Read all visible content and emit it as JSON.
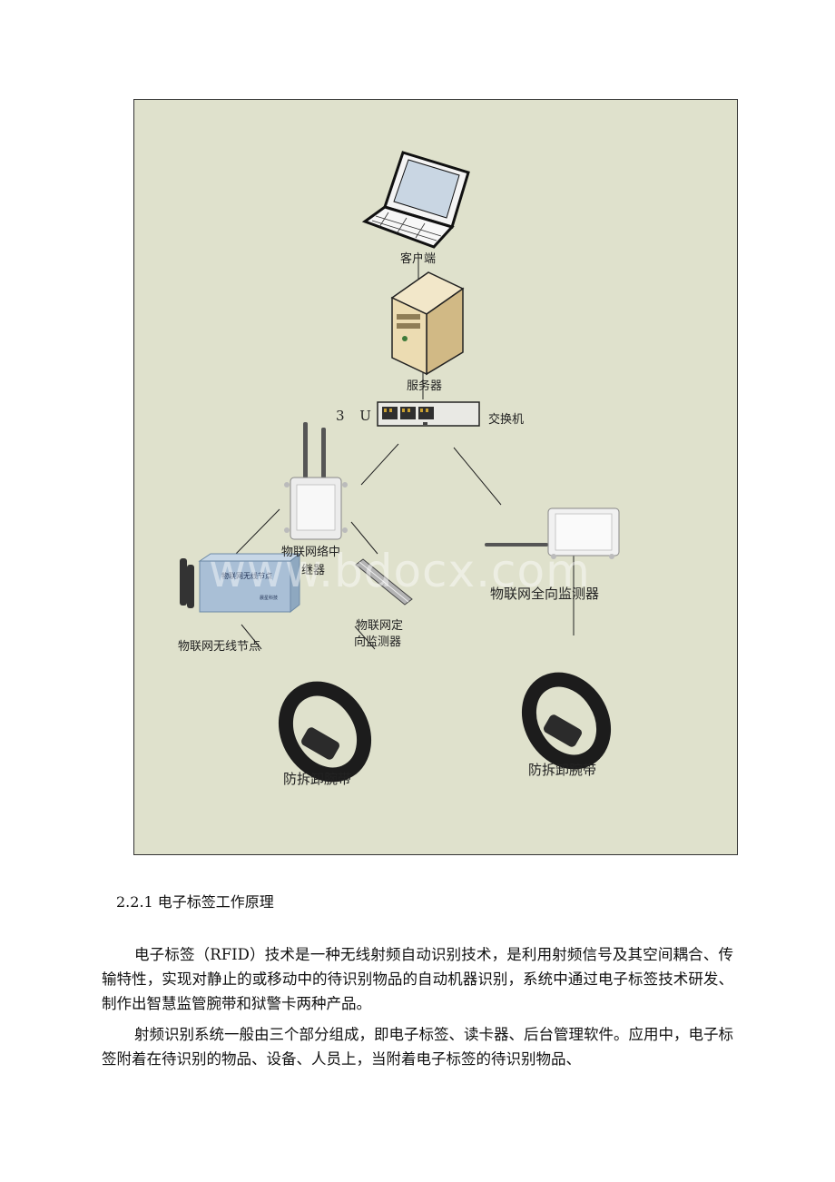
{
  "diagram": {
    "labels": {
      "client": "客户端",
      "server": "服务器",
      "switch_u": "3 U",
      "switch": "交换机",
      "repeater_line1": "物联网络中",
      "repeater_line2": "继器",
      "wireless_node": "物联网无线节点",
      "node_device_title": "物联网无线节点",
      "node_device_sub": "晨星科技",
      "directional_line1": "物联网定",
      "directional_line2": "向监测器",
      "omni": "物联网全向监测器",
      "wristband_left": "防拆卸腕带",
      "wristband_right": "防拆卸腕带"
    },
    "watermark": "www.bdocx.com",
    "colors": {
      "background": "#dfe1cc",
      "line": "#222222"
    }
  },
  "heading": "2.2.1 电子标签工作原理",
  "paragraphs": [
    "电子标签（RFID）技术是一种无线射频自动识别技术，是利用射频信号及其空间耦合、传输特性，实现对静止的或移动中的待识别物品的自动机器识别，系统中通过电子标签技术研发、制作出智慧监管腕带和狱警卡两种产品。",
    "射频识别系统一般由三个部分组成，即电子标签、读卡器、后台管理软件。应用中，电子标签附着在待识别的物品、设备、人员上，当附着电子标签的待识别物品、"
  ]
}
